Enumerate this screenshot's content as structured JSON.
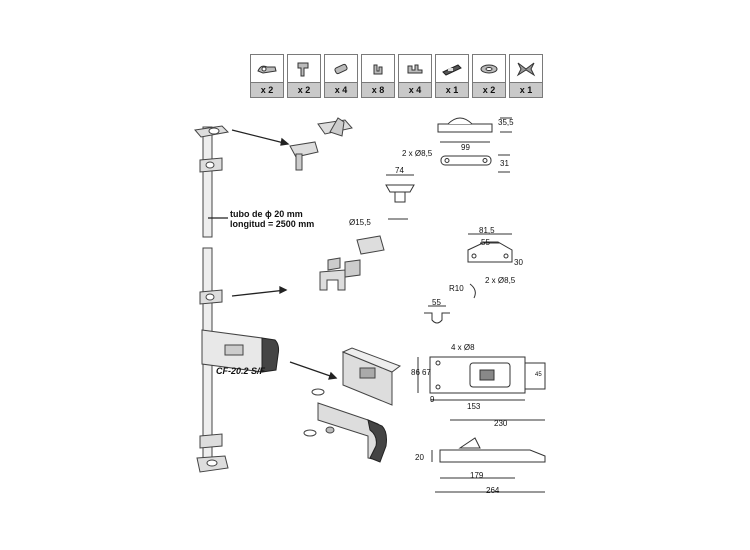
{
  "kit": [
    {
      "icon": "hinge-bracket-icon",
      "qty": "x 2"
    },
    {
      "icon": "pivot-bracket-icon",
      "qty": "x 2"
    },
    {
      "icon": "plate-icon",
      "qty": "x 4"
    },
    {
      "icon": "clip-icon",
      "qty": "x 8"
    },
    {
      "icon": "guide-icon",
      "qty": "x 4"
    },
    {
      "icon": "lock-handle-icon",
      "qty": "x 1"
    },
    {
      "icon": "washer-icon",
      "qty": "x 2"
    },
    {
      "icon": "hook-icon",
      "qty": "x 1"
    }
  ],
  "labels": {
    "tube_line1": "tubo de ϕ 20 mm",
    "tube_line2": "longitud = 2500 mm",
    "model": "CF-20.2 S/F"
  },
  "dims": {
    "d35_5": "35,5",
    "d99": "99",
    "d2x85a": "2 x Ø8,5",
    "d31": "31",
    "d74": "74",
    "d15_5": "Ø15,5",
    "d81_5": "81,5",
    "d55a": "55",
    "d30": "30",
    "dR10": "R10",
    "d2x85b": "2 x Ø8,5",
    "d55b": "55",
    "d4x8": "4 x Ø8",
    "d86": "86",
    "d67": "67",
    "d9": "9",
    "d153": "153",
    "d45": "45",
    "d230": "230",
    "d20": "20",
    "d179": "179",
    "d264": "264"
  }
}
